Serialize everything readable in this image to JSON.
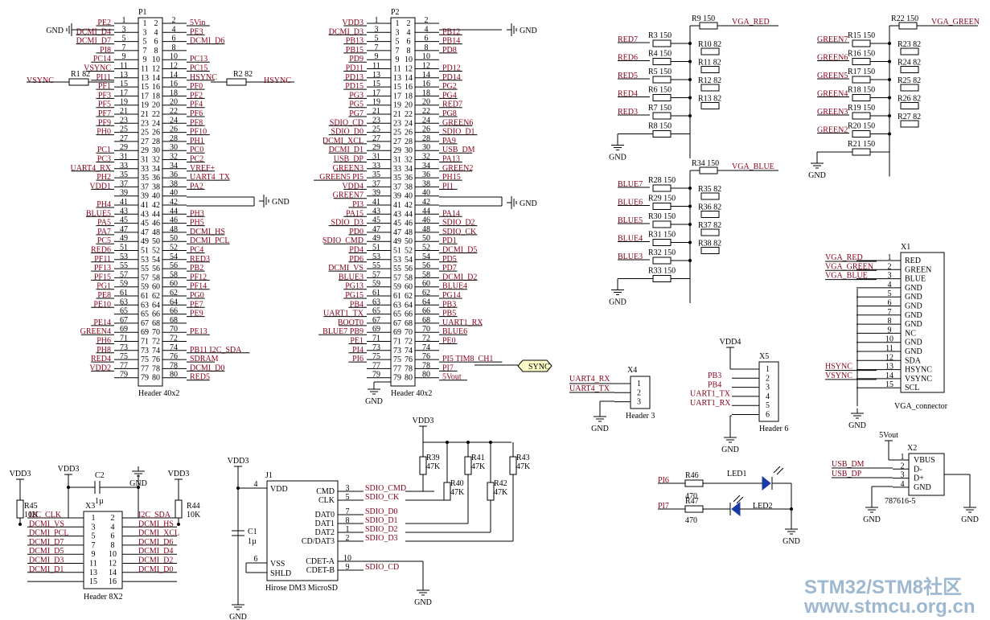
{
  "p1": {
    "ref": "P1",
    "value": "Header 40x2",
    "left": [
      "PE2",
      "DCMI_D4",
      "DCMI_D7",
      "PI8",
      "PC14",
      "VSYNC",
      "PI11",
      "PF1",
      "PF3",
      "PF5",
      "PF7",
      "PF9",
      "PH0",
      "",
      "PC1",
      "PC3",
      "UART4_RX",
      "PH2",
      "VDD1",
      "",
      "PH4",
      "BLUE5",
      "PA5",
      "PA7",
      "PC5",
      "RED6",
      "PF11",
      "PF13",
      "PF15",
      "PG1",
      "PE8",
      "PE10",
      "",
      "PE14",
      "GREEN4",
      "PH6",
      "PH8",
      "RED4",
      "VDD2"
    ],
    "right": [
      "5Vin",
      "PE3",
      "DCMI_D6",
      "",
      "PC13",
      "PC15",
      "HSYNC",
      "PF0",
      "PF2",
      "PF4",
      "PF6",
      "PF8",
      "PF10",
      "PH1",
      "PC0",
      "PC2",
      "VREF+",
      "UART4_TX",
      "PA2",
      "",
      "",
      "PH3",
      "PH5",
      "DCMI_HS",
      "DCMI_PCL",
      "PC4",
      "RED3",
      "PB2",
      "PF12",
      "PF14",
      "PG0",
      "PE7",
      "PE9",
      "",
      "PE13",
      "",
      "PB11 I2C_SDA",
      "SDRAM",
      "DCMI_D0",
      "RED5"
    ]
  },
  "p2": {
    "ref": "P2",
    "value": "Header 40x2",
    "left": [
      "VDD3",
      "DCMI_D3",
      "PB13",
      "PB15",
      "PD9",
      "PD11",
      "PD13",
      "PD15",
      "PG3",
      "PG5",
      "PG7",
      "SDIO_CD",
      "SDIO_D0",
      "DCMI_XCL",
      "DCMI_D1",
      "USB_DP",
      "GREEN3",
      "GREEN5 PI5",
      "VDD4",
      "GREEN7",
      "PI3",
      "PA15",
      "SDIO_D3",
      "PD0",
      "SDIO_CMD",
      "PD4",
      "PD6",
      "DCMI_VS",
      "BLUE3",
      "PG13",
      "PG15",
      "PB4",
      "UART1_TX",
      "BOOT0",
      "BLUE7 PB9",
      "PE1",
      "PI4",
      "PI6",
      ""
    ],
    "right": [
      "",
      "PB12",
      "PB14",
      "PD8",
      "",
      "PD12",
      "PD14",
      "PG2",
      "PG4",
      "RED7",
      "PG8",
      "GREEN6",
      "SDIO_D1",
      "PA9",
      "USB_DM",
      "PA13",
      "GREEN2",
      "PH15",
      "PI1",
      "",
      "",
      "PA14",
      "SDIO_D2",
      "SDIO_CK",
      "PD1",
      "DCMI_D5",
      "PD5",
      "PD7",
      "DCMI_D2",
      "BLUE4",
      "PG14",
      "PB3",
      "PB5",
      "UART1_RX",
      "BLUE6",
      "PE0",
      "",
      "PI5 TIM8_CH1",
      "PI7",
      "5Vout"
    ],
    "sync": "SYNC"
  },
  "net": {
    "gnd": "GND",
    "vdd3": "VDD3",
    "vdd4": "VDD4",
    "v5out": "5Vout",
    "r1": "R1 82",
    "r2": "R2 82"
  },
  "red": {
    "vga": "VGA_RED",
    "ins": [
      "RED7",
      "RED6",
      "RED5",
      "RED4",
      "RED3"
    ],
    "rs": [
      "R3 150",
      "R4 150",
      "R5 150",
      "R6 150",
      "R7 150",
      "R8 150",
      "R9 150"
    ],
    "rr": [
      "R10 82",
      "R11 82",
      "R12 82",
      "R13 82"
    ]
  },
  "green": {
    "vga": "VGA_GREEN",
    "ins": [
      "GREEN7",
      "GREEN6",
      "GREEN5",
      "GREEN4",
      "GREEN3",
      "GREEN2"
    ],
    "rs": [
      "R15 150",
      "R16 150",
      "R17 150",
      "R18 150",
      "R19 150",
      "R20 150",
      "R21 150",
      "R22 150"
    ],
    "rr": [
      "R23 82",
      "R24 82",
      "R25 82",
      "R26 82",
      "R27 82"
    ]
  },
  "blue": {
    "vga": "VGA_BLUE",
    "ins": [
      "BLUE7",
      "BLUE6",
      "BLUE5",
      "BLUE4",
      "BLUE3"
    ],
    "rs": [
      "R28 150",
      "R29 150",
      "R30 150",
      "R31 150",
      "R32 150",
      "R33 150",
      "R34 150"
    ],
    "rr": [
      "R35 82",
      "R36 82",
      "R37 82",
      "R38 82"
    ]
  },
  "x1": {
    "ref": "X1",
    "value": "VGA_connector",
    "pins": [
      "RED",
      "GREEN",
      "BLUE",
      "GND",
      "GND",
      "GND",
      "GND",
      "GND",
      "NC",
      "GND",
      "GND",
      "SDA",
      "HSYNC",
      "VSYNC",
      "SCL"
    ],
    "nets": [
      "VGA_RED",
      "VGA_GREEN",
      "VGA_BLUE",
      "",
      "",
      "",
      "",
      "",
      "",
      "",
      "",
      "",
      "HSYNC",
      "VSYNC",
      ""
    ]
  },
  "x2": {
    "ref": "X2",
    "value": "787616-5",
    "pins": [
      "VBUS",
      "D-",
      "D+",
      "GND"
    ],
    "nets": [
      "USB_DM",
      "USB_DP"
    ]
  },
  "x4": {
    "ref": "X4",
    "value": "Header 3",
    "nets": [
      "UART4_RX",
      "UART4_TX"
    ]
  },
  "x5": {
    "ref": "X5",
    "value": "Header 6",
    "nets": [
      "PB3",
      "PB4",
      "UART1_TX",
      "UART1_RX"
    ]
  },
  "x3": {
    "ref": "X3",
    "value": "Header 8X2",
    "left": [
      "I2C_CLK",
      "DCMI_VS",
      "DCMI_PCL",
      "DCMI_D7",
      "DCMI_D5",
      "DCMI_D3",
      "DCMI_D1"
    ],
    "right": [
      "I2C_SDA",
      "DCMI_HS",
      "DCMI_XCL",
      "DCMI_D6",
      "DCMI_D4",
      "DCMI_D2",
      "DCMI_D0"
    ],
    "c2": "C2",
    "c2v": "1µ",
    "r45": "R45",
    "r45v": "10K",
    "r44": "R44",
    "r44v": "10K"
  },
  "j1": {
    "ref": "J1",
    "value": "Hirose DM3 MicroSD",
    "pinsR": [
      "CMD",
      "CLK",
      "DAT0",
      "DAT1",
      "DAT2",
      "CD/DAT3",
      "CDET-A",
      "CDET-B"
    ],
    "pinsL": [
      "VDD",
      "VSS",
      "SHLD"
    ],
    "nets": [
      "SDIO_CMD",
      "SDIO_CK",
      "SDIO_D0",
      "SDIO_D1",
      "SDIO_D2",
      "SDIO_D3",
      "",
      "SDIO_CD"
    ],
    "c1": "C1",
    "c1v": "1µ",
    "pull": [
      "R39",
      "R40",
      "R41",
      "R42",
      "R43"
    ],
    "pullv": "47K"
  },
  "leds": {
    "pi6": "PI6",
    "pi7": "PI7",
    "r46": "R46",
    "r47": "R47",
    "rv": "470",
    "led1": "LED1",
    "led2": "LED2"
  },
  "watermark": {
    "line1": "STM32/STM8社区",
    "line2": "www.stmcu.org.cn"
  }
}
